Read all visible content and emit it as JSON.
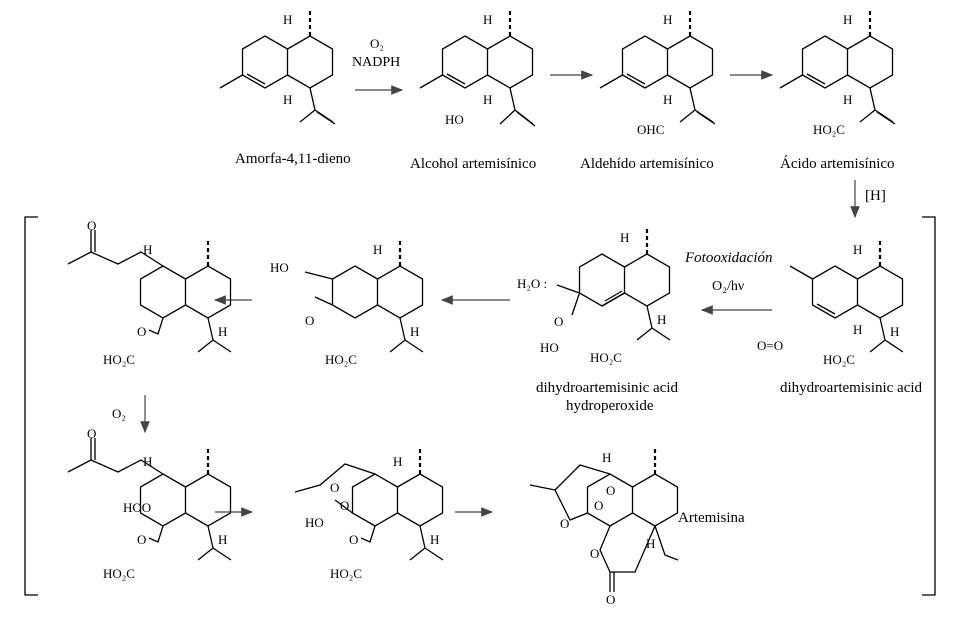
{
  "title": "Biosíntesis de artemisina",
  "compounds": {
    "m1": "Amorfa-4,11-dieno",
    "m2": "Alcohol artemisínico",
    "m3": "Aldehído artemisínico",
    "m4": "Ácido artemisínico",
    "m5": "dihydroartemisinic acid",
    "m6_line1": "dihydroartemisinic acid",
    "m6_line2": "hydroperoxide",
    "m11": "Artemisina"
  },
  "reagents": {
    "r1_top": "O₂",
    "r1_bottom": "NADPH",
    "reduction": "[H]",
    "photo_title": "Fotooxidación",
    "photo_reagent": "O₂/hν",
    "oxygen": "O₂"
  },
  "atoms": {
    "H": "H",
    "HO": "HO",
    "OHC": "OHC",
    "HO2C": "HO₂C",
    "H2O": "H₂O :",
    "O": "O",
    "HOO": "HOO",
    "OO": "O=O"
  }
}
